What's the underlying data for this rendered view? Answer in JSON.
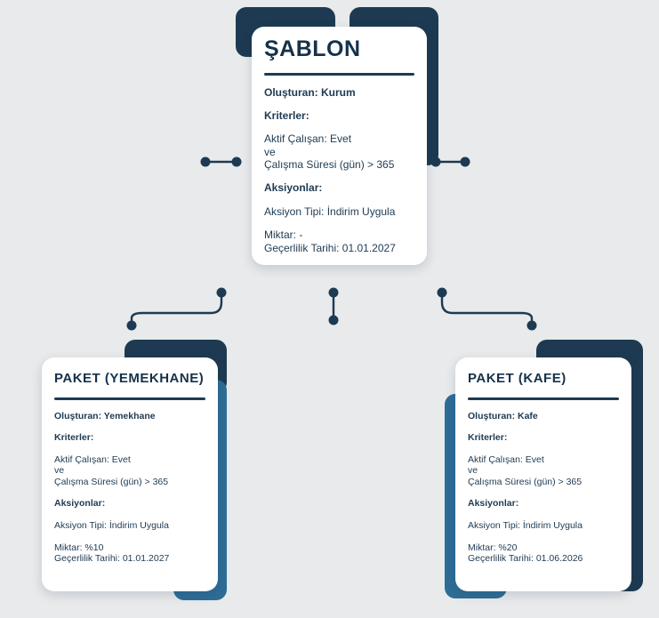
{
  "colors": {
    "background": "#e8eaeb",
    "navy": "#1d3a52",
    "blue": "#2e6d96",
    "card": "#ffffff",
    "text": "#1e3a52"
  },
  "cards": {
    "sablon": {
      "title": "ŞABLON",
      "creator": "Oluşturan: Kurum",
      "criteria_label": "Kriterler:",
      "criteria_line1": "Aktif Çalışan: Evet",
      "criteria_operator": "ve",
      "criteria_line2": "Çalışma Süresi (gün) > 365",
      "actions_label": "Aksiyonlar:",
      "action_type": "Aksiyon Tipi: İndirim Uygula",
      "amount": "Miktar: -",
      "validity": "Geçerlilik Tarihi: 01.01.2027"
    },
    "yemekhane": {
      "title": "PAKET (YEMEKHANE)",
      "creator": "Oluşturan: Yemekhane",
      "criteria_label": "Kriterler:",
      "criteria_line1": "Aktif Çalışan: Evet",
      "criteria_operator": "ve",
      "criteria_line2": "Çalışma Süresi (gün) > 365",
      "actions_label": "Aksiyonlar:",
      "action_type": "Aksiyon Tipi: İndirim Uygula",
      "amount": "Miktar: %10",
      "validity": "Geçerlilik Tarihi: 01.01.2027"
    },
    "kafe": {
      "title": "PAKET (KAFE)",
      "creator": "Oluşturan: Kafe",
      "criteria_label": "Kriterler:",
      "criteria_line1": "Aktif Çalışan: Evet",
      "criteria_operator": "ve",
      "criteria_line2": "Çalışma Süresi (gün) > 365",
      "actions_label": "Aksiyonlar:",
      "action_type": "Aksiyon Tipi: İndirim Uygula",
      "amount": "Miktar: %20",
      "validity": "Geçerlilik Tarihi: 01.06.2026"
    }
  }
}
